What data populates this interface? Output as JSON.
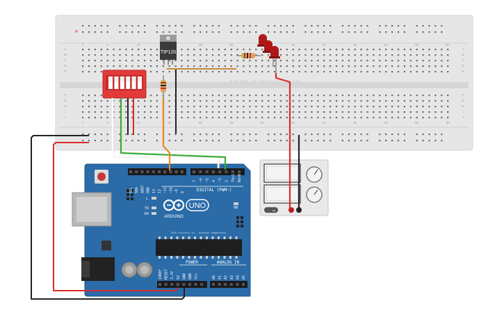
{
  "breadboard": {
    "watermark": "123D.CIRCUITS.IO",
    "column_numbers_top": [
      "1",
      "5",
      "10",
      "15",
      "20",
      "25",
      "30",
      "35",
      "40",
      "45",
      "50",
      "55",
      "60"
    ],
    "row_letters_top": [
      "A",
      "B",
      "C",
      "D",
      "E"
    ],
    "row_letters_bottom": [
      "F",
      "G",
      "H",
      "I",
      "J"
    ]
  },
  "transistor": {
    "label": "TIP120"
  },
  "arduino": {
    "logo_text": "UNO",
    "brand_text": "ARDUINO",
    "digital_label": "DIGITAL (PWM~)",
    "analog_label": "ANALOG IN",
    "power_label": "POWER",
    "on_label": "ON",
    "tx_label": "TX",
    "rx_label": "RX",
    "l_label": "L",
    "small_caption": "123d.circuits.io - Arduino compatible",
    "top_pin_labels": [
      "SCL",
      "SDA",
      "AREF",
      "GND",
      "13",
      "12",
      "~11",
      "~10",
      "~9",
      "8",
      "7",
      "~6",
      "~5",
      "4",
      "~3",
      "2",
      "TX>1",
      "RX<0"
    ],
    "power_pin_labels": [
      "IOREF",
      "RESET",
      "3.3V",
      "5V",
      "GND",
      "GND",
      "Vin"
    ],
    "analog_pin_labels": [
      "A0",
      "A1",
      "A2",
      "A3",
      "A4",
      "A5"
    ]
  },
  "power_supply": {
    "button_label": "on"
  },
  "colors": {
    "breadboard": "#e6e6e6",
    "arduino_board": "#2a6ba8",
    "wire_red": "#d92b2b",
    "wire_black": "#222222",
    "wire_green": "#3aaa35",
    "wire_orange": "#e8891c",
    "wire_white": "#ffffff",
    "dip_switch": "#e23b3b",
    "led": "#b01818"
  }
}
